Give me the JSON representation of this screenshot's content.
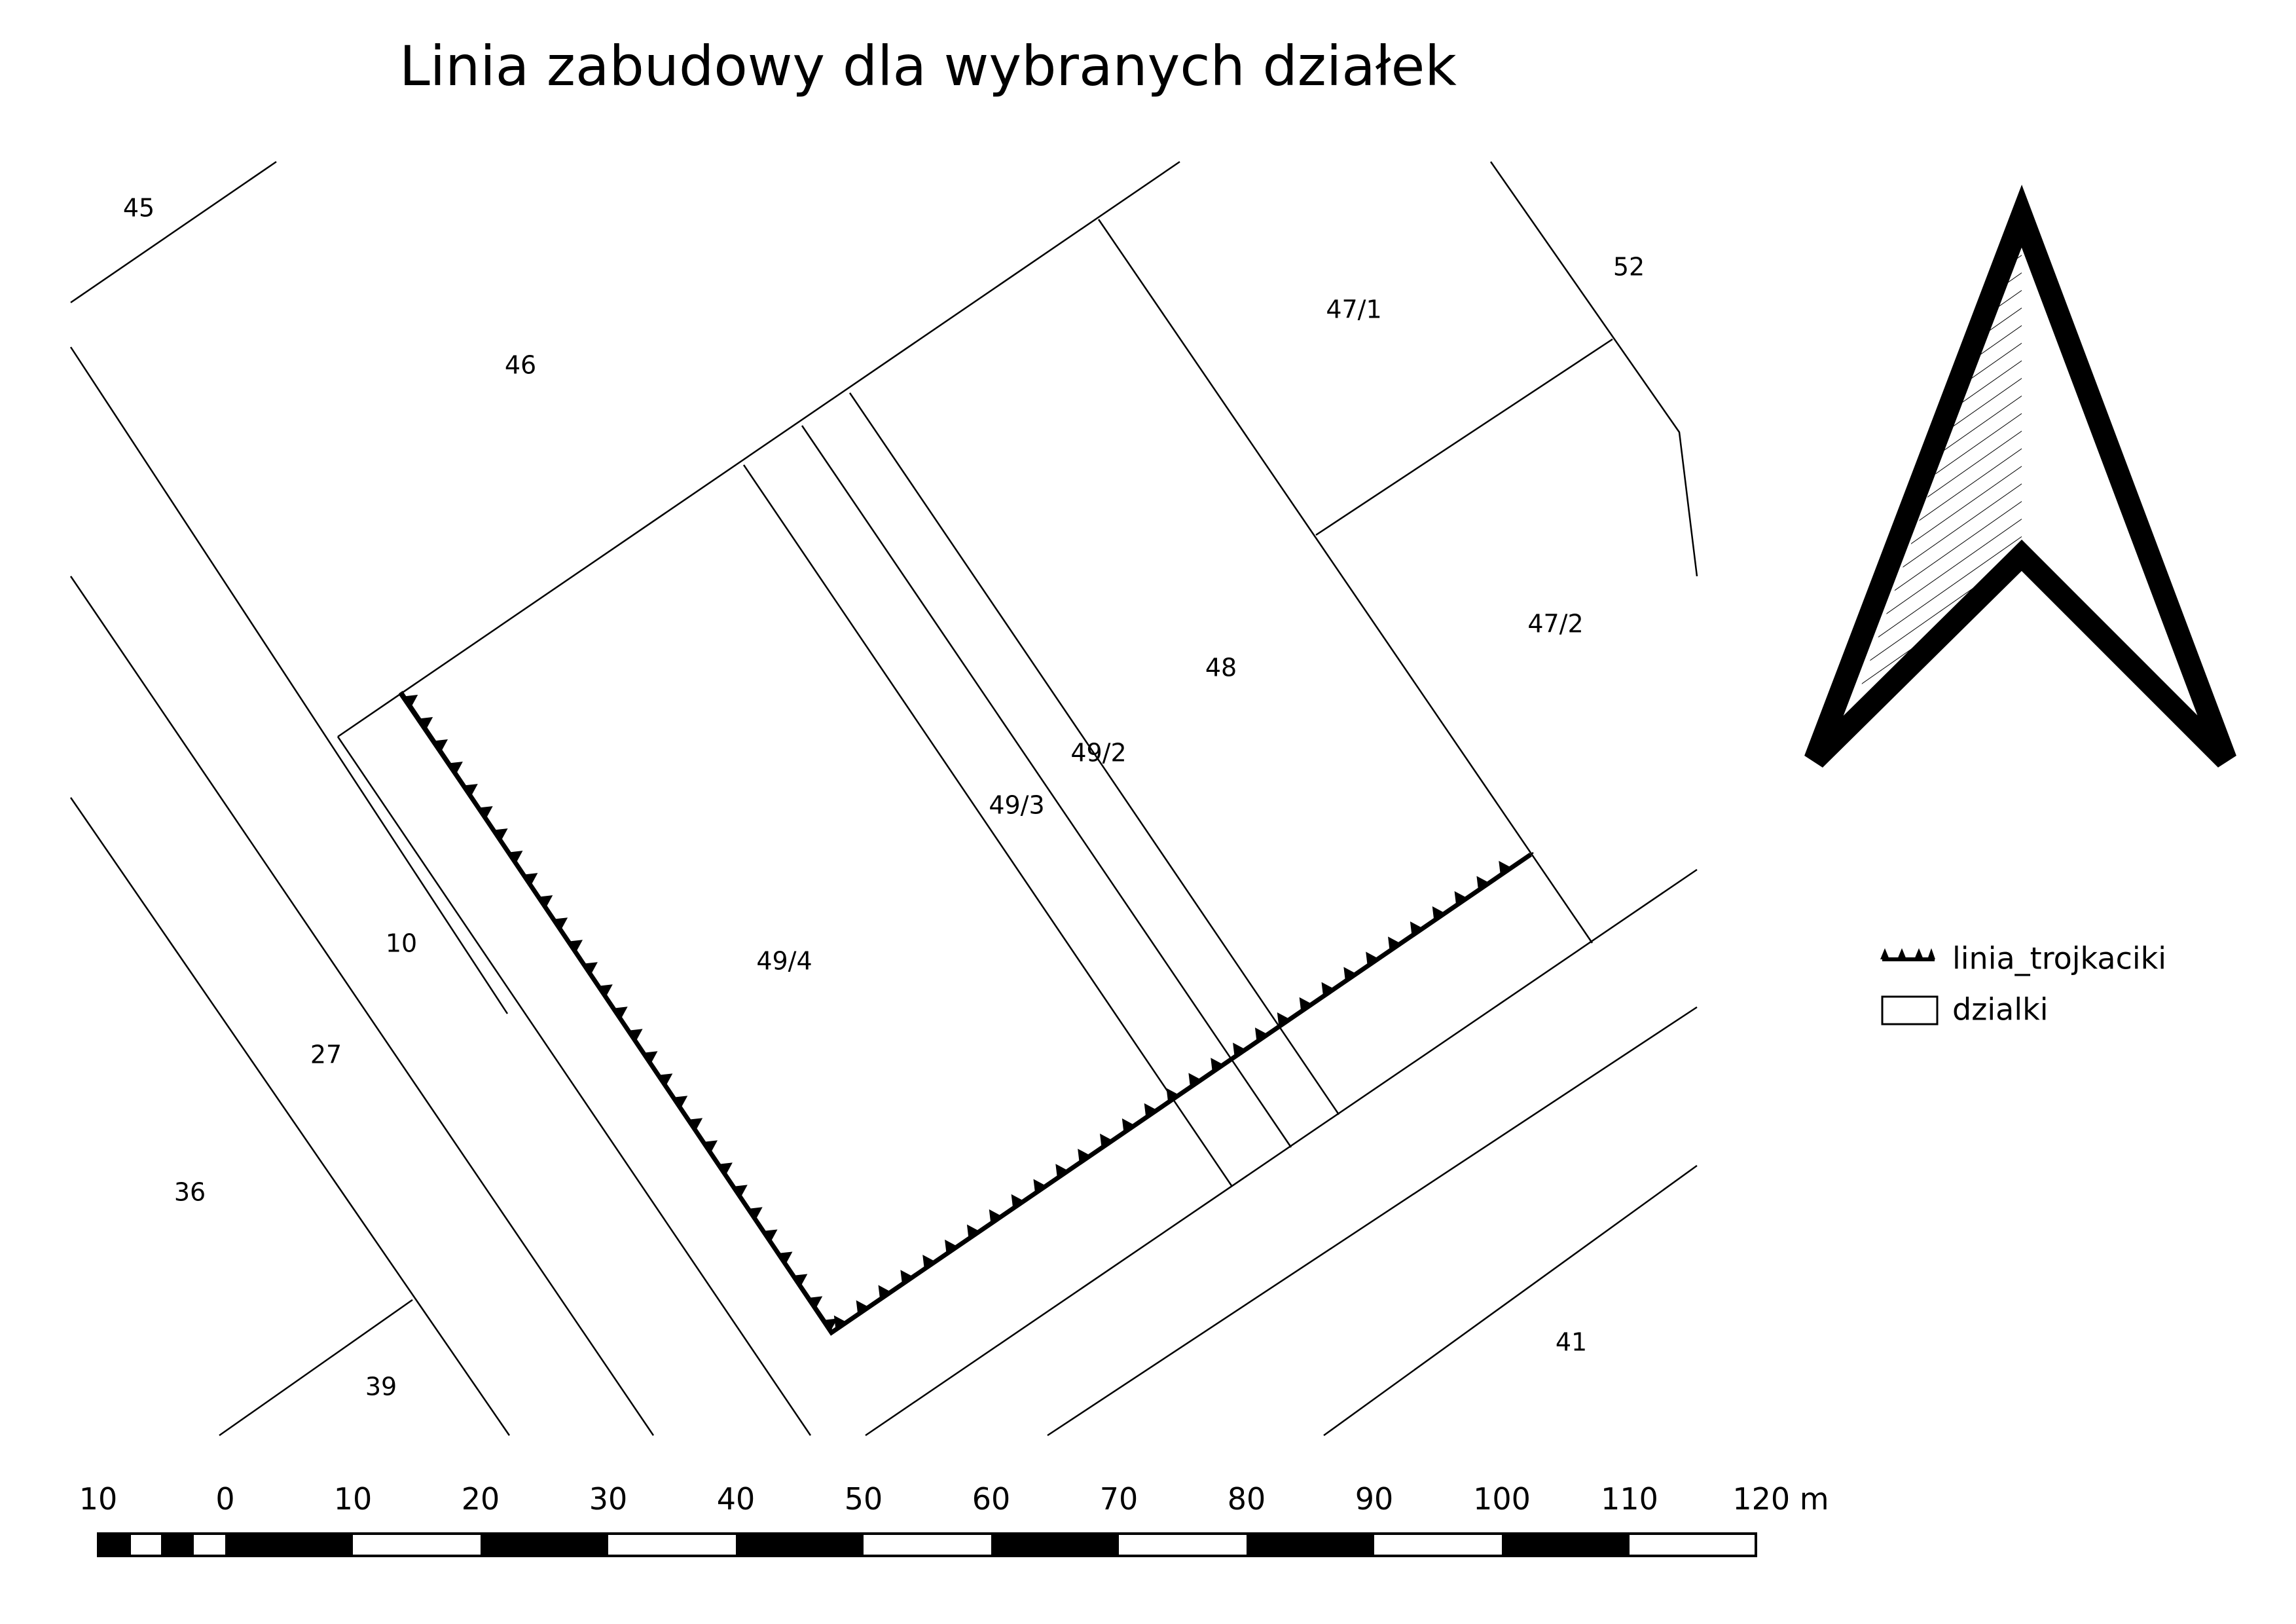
{
  "title": "Linia zabudowy dla wybranych działek",
  "parcels": {
    "p45": "45",
    "p46": "46",
    "p47_1": "47/1",
    "p47_2": "47/2",
    "p48": "48",
    "p49_2": "49/2",
    "p49_3": "49/3",
    "p49_4": "49/4",
    "p52": "52",
    "p10": "10",
    "p27": "27",
    "p36": "36",
    "p39": "39",
    "p41": "41"
  },
  "legend": {
    "line_label": "linia_trojkaciki",
    "parcel_label": "dzialki"
  },
  "scale_bar": {
    "labels": [
      "10",
      "0",
      "10",
      "20",
      "30",
      "40",
      "50",
      "60",
      "70",
      "80",
      "90",
      "100",
      "110",
      "120 m"
    ]
  },
  "north_arrow": {
    "icon": "north-arrow-icon"
  },
  "colors": {
    "ink": "#000000",
    "background": "#ffffff"
  }
}
